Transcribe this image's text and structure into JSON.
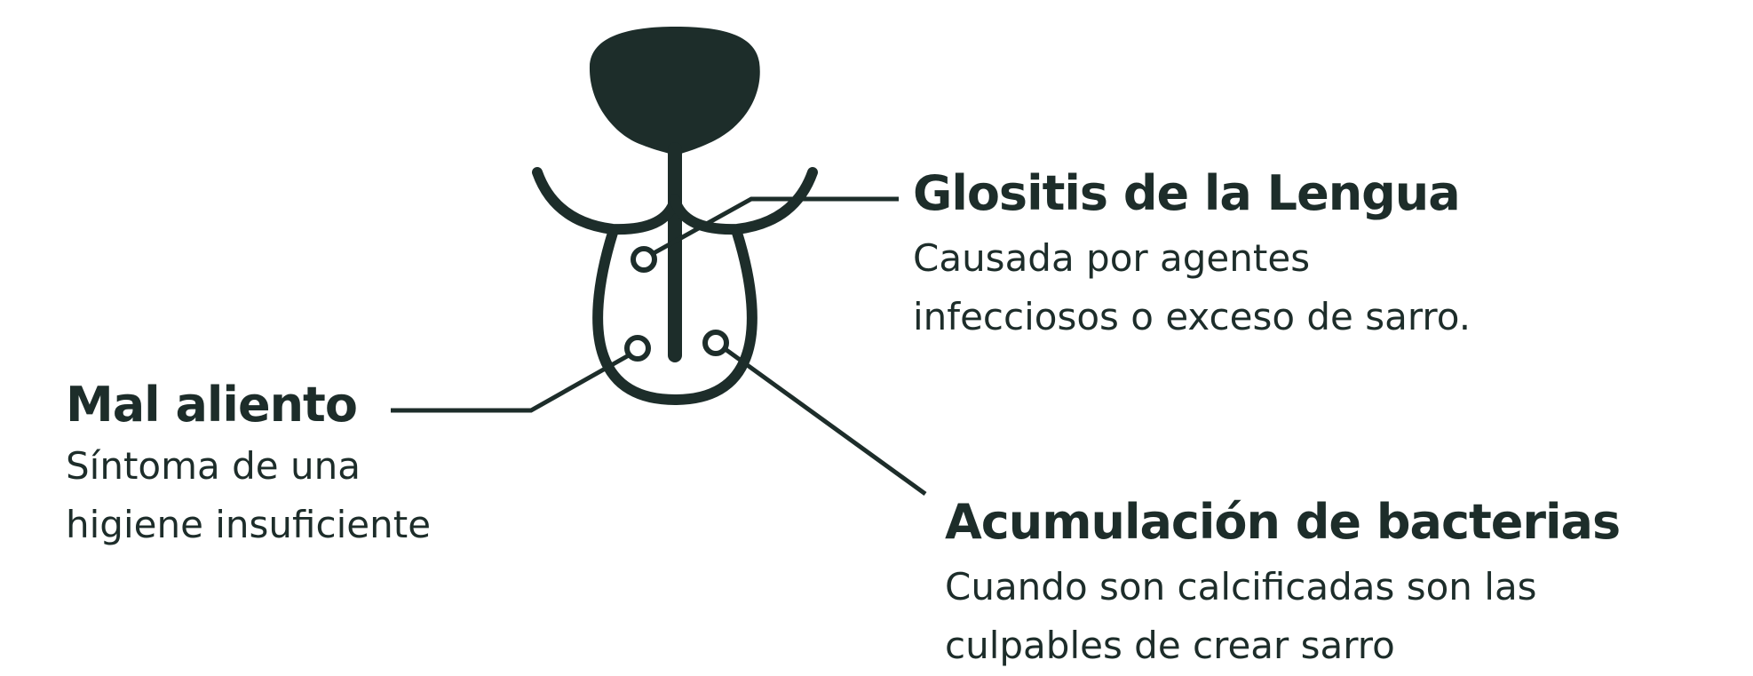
{
  "colors": {
    "ink": "#1d2d2a",
    "background": "#ffffff"
  },
  "illustration": {
    "icon": "tongue-throat-icon"
  },
  "callouts": {
    "glositis": {
      "title": "Glositis de la Lengua",
      "line1": "Causada por agentes",
      "line2": "infecciosos o exceso de sarro."
    },
    "mal_aliento": {
      "title": "Mal aliento",
      "line1": "Síntoma de una",
      "line2": "higiene insuficiente"
    },
    "bacterias": {
      "title": "Acumulación de bacterias",
      "line1": "Cuando son calcificadas son las",
      "line2": "culpables de crear sarro"
    }
  }
}
